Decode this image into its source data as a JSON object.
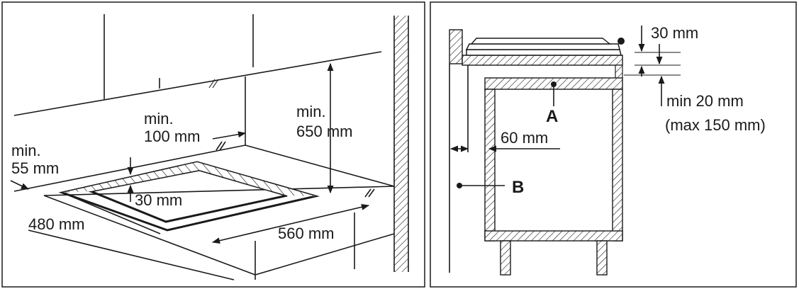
{
  "left_panel": {
    "labels": {
      "min_55": "min.",
      "val_55": "55 mm",
      "min_100": "min.",
      "val_100": "100 mm",
      "min_650": "min.",
      "val_650": "650 mm",
      "val_30": "30 mm",
      "val_480": "480 mm",
      "val_560": "560 mm"
    }
  },
  "right_panel": {
    "labels": {
      "val_30": "30 mm",
      "min_20": "min 20 mm",
      "max_150": "(max 150 mm)",
      "val_60": "60 mm",
      "marker_a": "A",
      "marker_b": "B"
    }
  }
}
